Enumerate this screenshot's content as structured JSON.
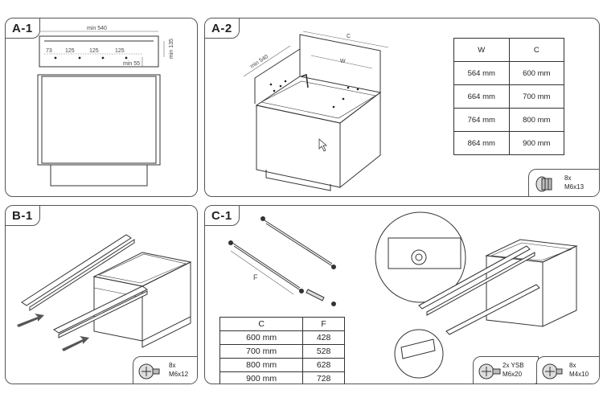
{
  "panels": {
    "a1": {
      "label": "A-1",
      "dims": {
        "width": "min 540",
        "height": "min 135",
        "depth": "min 55",
        "hole1": "73",
        "hole2": "125",
        "hole3": "125",
        "hole4": "125"
      }
    },
    "a2": {
      "label": "A-2",
      "dims": {
        "c": "C",
        "w": "W",
        "depth": "min 540"
      },
      "table": {
        "headers": [
          "W",
          "C"
        ],
        "rows": [
          [
            "564 mm",
            "600 mm"
          ],
          [
            "664 mm",
            "700 mm"
          ],
          [
            "764 mm",
            "800 mm"
          ],
          [
            "864 mm",
            "900 mm"
          ]
        ]
      },
      "screw": {
        "qty": "8x",
        "size": "M6x13"
      }
    },
    "b1": {
      "label": "B-1",
      "screw": {
        "qty": "8x",
        "size": "M6x12"
      }
    },
    "c1": {
      "label": "C-1",
      "dims": {
        "f": "F"
      },
      "table": {
        "headers": [
          "C",
          "F"
        ],
        "rows": [
          [
            "600 mm",
            "428"
          ],
          [
            "700 mm",
            "528"
          ],
          [
            "800 mm",
            "628"
          ],
          [
            "900 mm",
            "728"
          ]
        ]
      },
      "screw1": {
        "qty": "2x YSB",
        "size": "M6x20"
      },
      "screw2": {
        "qty": "8x",
        "size": "M4x10"
      }
    }
  }
}
